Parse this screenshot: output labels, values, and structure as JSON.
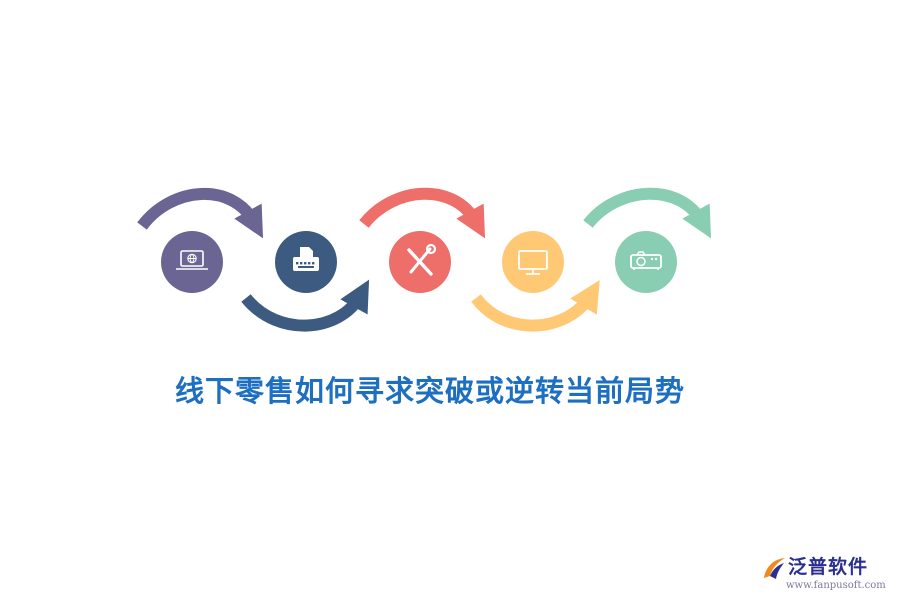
{
  "headline": "线下零售如何寻求突破或逆转当前局势",
  "brand": {
    "name": "泛普软件",
    "url": "www.fanpusoft.com"
  },
  "colors": {
    "headline": "#1d6fc2",
    "purple": "#6a6593",
    "navy": "#3d5a80",
    "coral": "#ee6e69",
    "yellow": "#ffc875",
    "green": "#89cdb2",
    "brand_orange": "#f08a1c",
    "brand_blue": "#2b2f8f"
  },
  "steps": [
    {
      "icon": "laptop-icon",
      "color": "#6a6593",
      "arrow": "over"
    },
    {
      "icon": "typewriter-icon",
      "color": "#3d5a80",
      "arrow": "under"
    },
    {
      "icon": "tools-icon",
      "color": "#ee6e69",
      "arrow": "over"
    },
    {
      "icon": "monitor-icon",
      "color": "#ffc875",
      "arrow": "under"
    },
    {
      "icon": "projector-icon",
      "color": "#89cdb2",
      "arrow": "over"
    }
  ]
}
